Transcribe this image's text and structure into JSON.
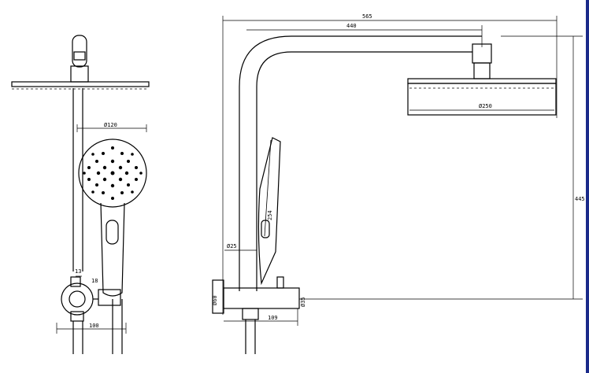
{
  "dimensions": {
    "handshower_diameter": "Ø120",
    "bracket_width": "13",
    "bracket_offset": "18",
    "wall_spacing": "100",
    "overall_width": "565",
    "arm_projection": "440",
    "head_diameter": "Ø250",
    "overall_height": "445",
    "handshower_length": "254",
    "pipe_diameter": "Ø25",
    "flange_diameter": "Ø60",
    "valve_diameter": "Ø35",
    "valve_width": "109"
  },
  "colors": {
    "line": "#000000",
    "frame": "#1a2a8a",
    "background": "#ffffff"
  }
}
